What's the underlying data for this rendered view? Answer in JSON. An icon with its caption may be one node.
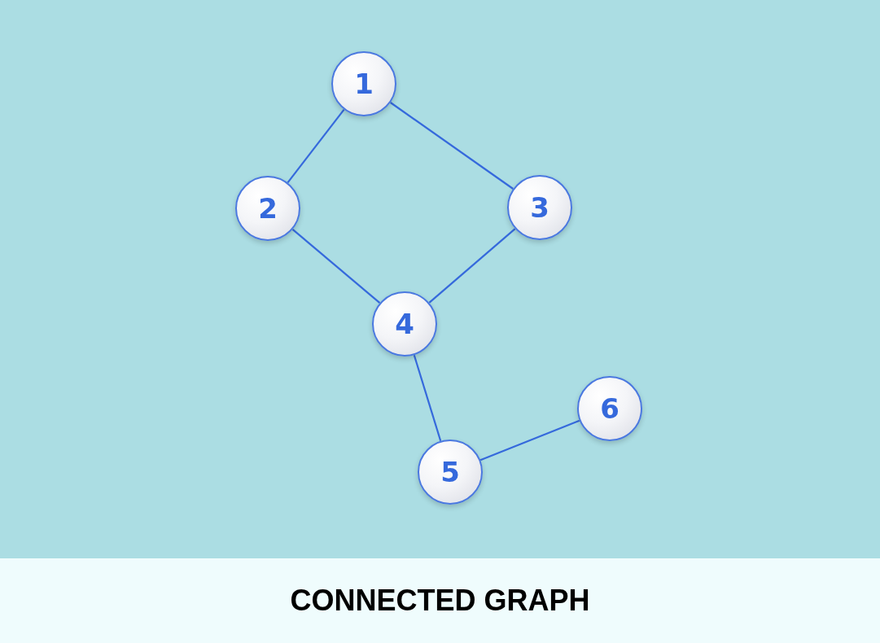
{
  "diagram": {
    "caption": "CONNECTED GRAPH",
    "nodes": [
      {
        "text": [
          "1"
        ]
      },
      {
        "text": [
          "2"
        ]
      },
      {
        "text": [
          "3"
        ]
      },
      {
        "text": [
          "4"
        ]
      },
      {
        "text": [
          "5"
        ]
      },
      {
        "text": [
          "6"
        ]
      }
    ],
    "edges": [
      {
        "from": 0,
        "to": 1,
        "arrow": "none"
      },
      {
        "from": 0,
        "to": 2,
        "arrow": "none"
      },
      {
        "from": 1,
        "to": 3,
        "arrow": "none"
      },
      {
        "from": 2,
        "to": 3,
        "arrow": "none"
      },
      {
        "from": 3,
        "to": 4,
        "arrow": "none"
      },
      {
        "from": 4,
        "to": 5,
        "arrow": "none"
      }
    ]
  }
}
